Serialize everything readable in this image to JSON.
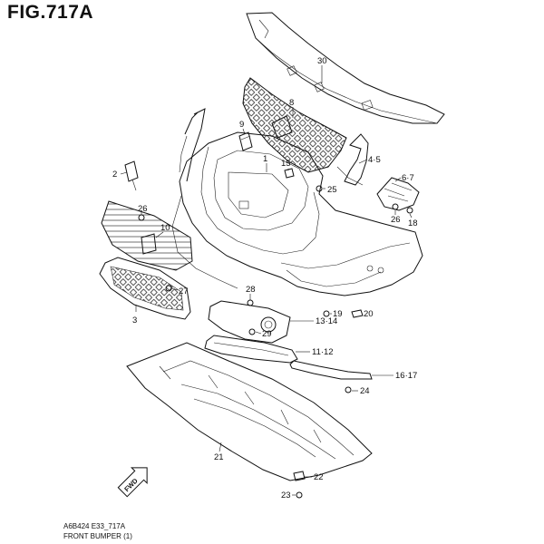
{
  "figure": {
    "title": "FIG.717A",
    "code": "A6B424 E33_717A",
    "caption": "FRONT BUMPER (1)",
    "direction_tag": "FWD"
  },
  "callouts": [
    "1",
    "2",
    "3",
    "4·5",
    "6·7",
    "8",
    "9",
    "10",
    "11·12",
    "13·14",
    "15",
    "16·17",
    "18",
    "19",
    "20",
    "21",
    "22",
    "23",
    "24",
    "25",
    "26",
    "26",
    "27",
    "28",
    "29",
    "30"
  ]
}
